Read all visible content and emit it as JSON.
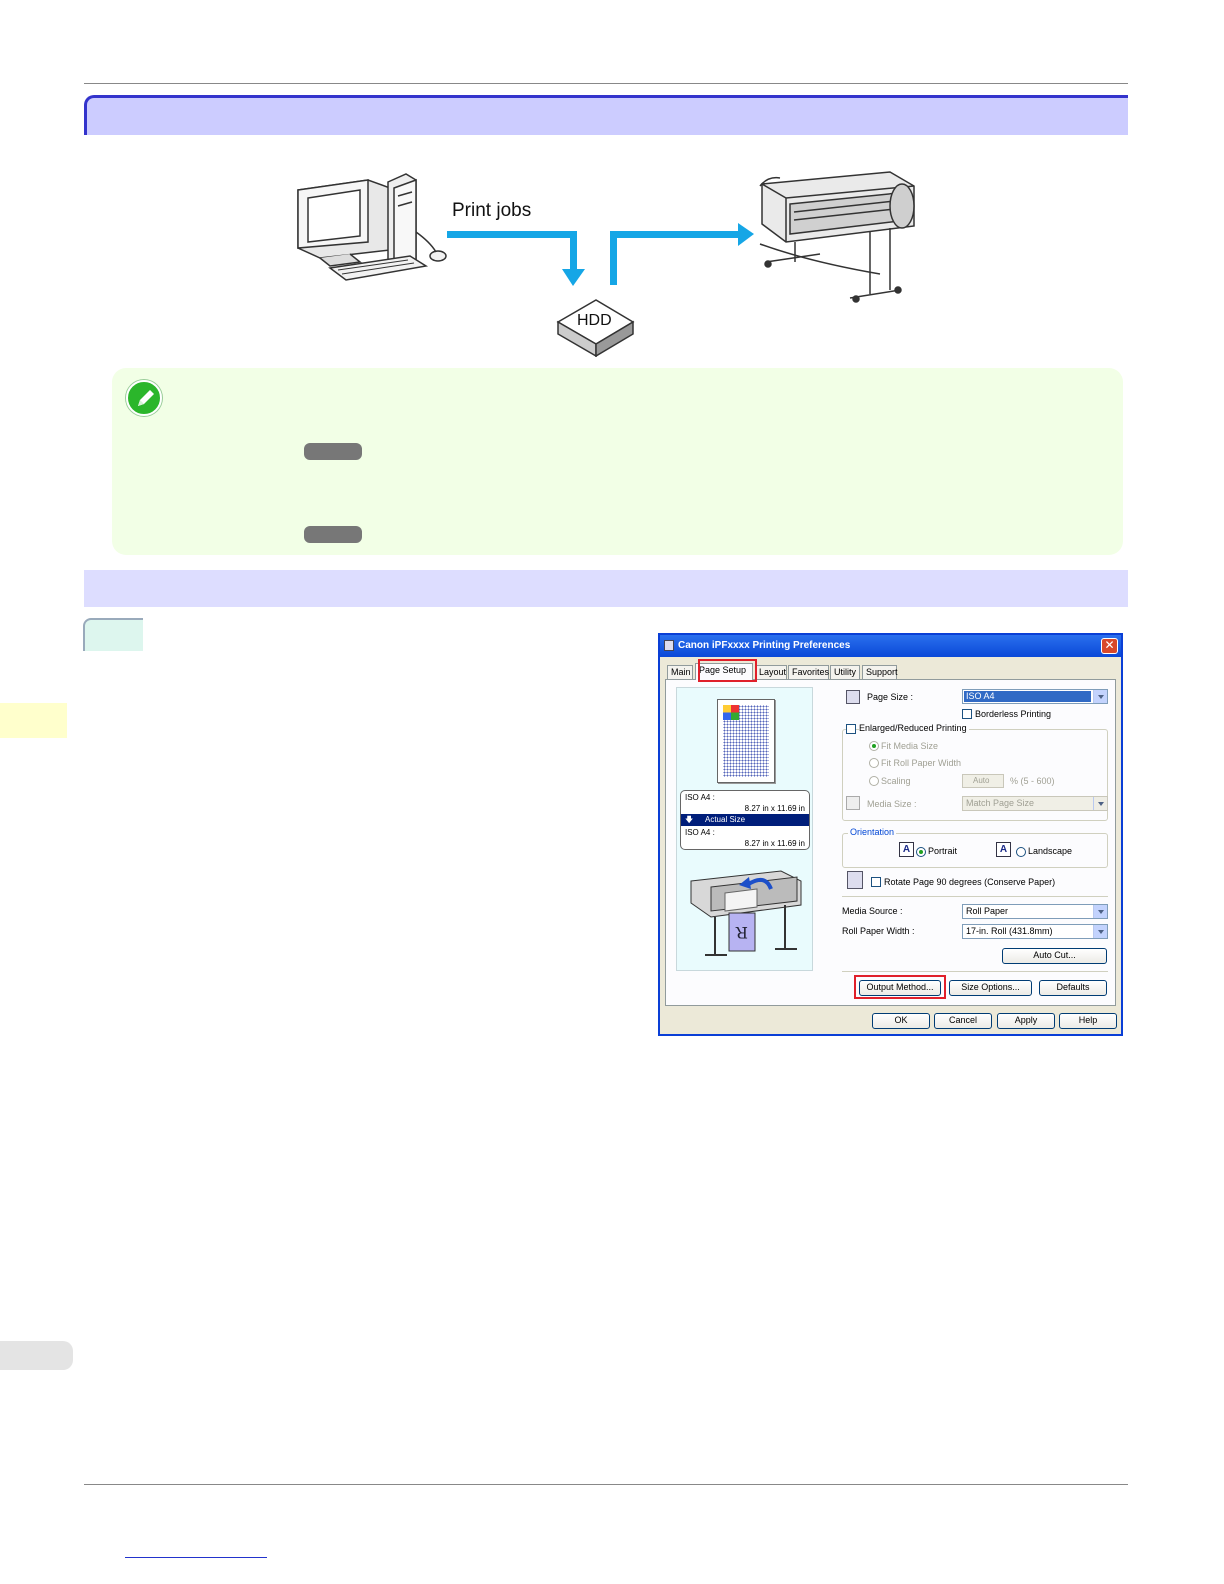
{
  "diagram": {
    "print_jobs_label": "Print jobs",
    "hdd_label": "HDD",
    "arrow_color": "#15a6e6"
  },
  "note": {
    "accent_color": "#2bb62b",
    "icon": "pencil-icon"
  },
  "dialog": {
    "title": "Canon iPFxxxx Printing Preferences",
    "close_glyph": "✕",
    "tabs": [
      "Main",
      "Page Setup",
      "Layout",
      "Favorites",
      "Utility",
      "Support"
    ],
    "preview": {
      "size1_name": "ISO A4 :",
      "size1_dims": "8.27 in x 11.69 in",
      "actual_size": "Actual Size",
      "size2_name": "ISO A4 :",
      "size2_dims": "8.27 in x 11.69 in"
    },
    "page_size_label": "Page Size :",
    "page_size_value": "ISO A4",
    "borderless_label": "Borderless Printing",
    "enlarged_label": "Enlarged/Reduced Printing",
    "fit_media_label": "Fit Media Size",
    "fit_roll_label": "Fit Roll Paper Width",
    "scaling_label": "Scaling",
    "scaling_value": "Auto",
    "scaling_range": "% (5 - 600)",
    "media_size_label": "Media Size :",
    "media_size_value": "Match Page Size",
    "orientation_label": "Orientation",
    "portrait_label": "Portrait",
    "landscape_label": "Landscape",
    "rotate_label": "Rotate Page 90 degrees (Conserve Paper)",
    "media_source_label": "Media Source :",
    "media_source_value": "Roll Paper",
    "roll_width_label": "Roll Paper Width :",
    "roll_width_value": "17-in. Roll (431.8mm)",
    "auto_cut_button": "Auto Cut...",
    "output_method_button": "Output Method...",
    "size_options_button": "Size Options...",
    "defaults_button": "Defaults",
    "ok_button": "OK",
    "cancel_button": "Cancel",
    "apply_button": "Apply",
    "help_button": "Help"
  }
}
